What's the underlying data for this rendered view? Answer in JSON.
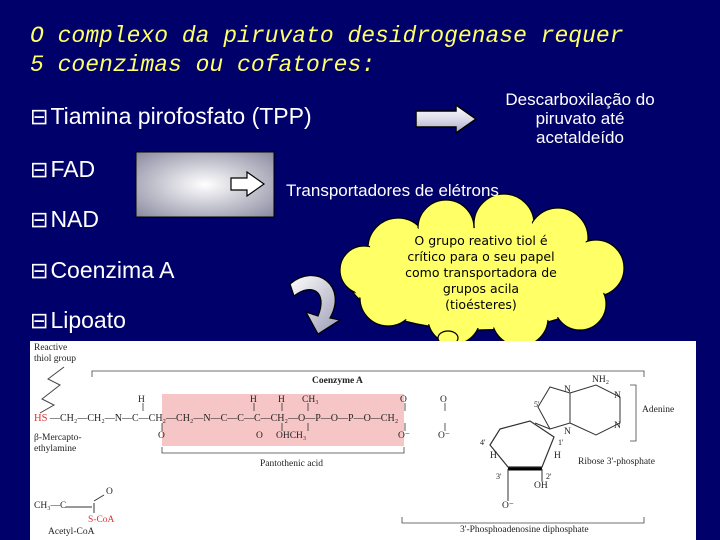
{
  "title": {
    "line1": "O complexo da piruvato desidrogenase requer",
    "line2": "5 coenzimas ou cofatores:"
  },
  "bullets": [
    {
      "symbol": "⊟",
      "label": "Tiamina pirofosfato (TPP)"
    },
    {
      "symbol": "⊟",
      "label": "FAD"
    },
    {
      "symbol": "⊟",
      "label": "NAD"
    },
    {
      "symbol": "⊟",
      "label": "Coenzima A"
    },
    {
      "symbol": "⊟",
      "label": "Lipoato"
    }
  ],
  "tpp_description": {
    "line1": "Descarboxilação do",
    "line2": "piruvato até",
    "line3": "acetaldeído"
  },
  "electron_carriers_label": "Transportadores de elétrons",
  "thought_bubble": {
    "line1": "O grupo reativo tiol é",
    "line2": "crítico para o seu papel",
    "line3": "como transportadora de",
    "line4": "grupos acila",
    "line5": "(tioésteres)"
  },
  "diagram": {
    "reactive_thiol": {
      "line1": "Reactive",
      "line2": "thiol group"
    },
    "coenzyme_a": "Coenzyme A",
    "hs": "HS",
    "chain": "—CH₂—CH₂—N—C—CH₂—CH₂—N—C—C—C—CH₂—O—P—O—P—O—CH₂",
    "mercapto": {
      "line1": "β-Mercapto-",
      "line2": "ethylamine"
    },
    "pantothenic": "Pantothenic acid",
    "nh2": "NH₂",
    "n": "N",
    "adenine": "Adenine",
    "ribose": "Ribose 3'-phosphate",
    "phospho": "3'-Phosphoadenosine diphosphate",
    "acetyl": {
      "ch3": "CH₃—C",
      "o": "O",
      "s": "S-CoA",
      "name": "Acetyl-CoA"
    },
    "hs_label": "H",
    "oh_ch3": "OHCH₃",
    "ch3": "CH₃",
    "oh": "OH",
    "o_minus": "O⁻",
    "o": "O",
    "h": "H",
    "c5": "5'",
    "c4": "4'",
    "c3": "3'",
    "c2": "2'",
    "c1": "1'"
  }
}
